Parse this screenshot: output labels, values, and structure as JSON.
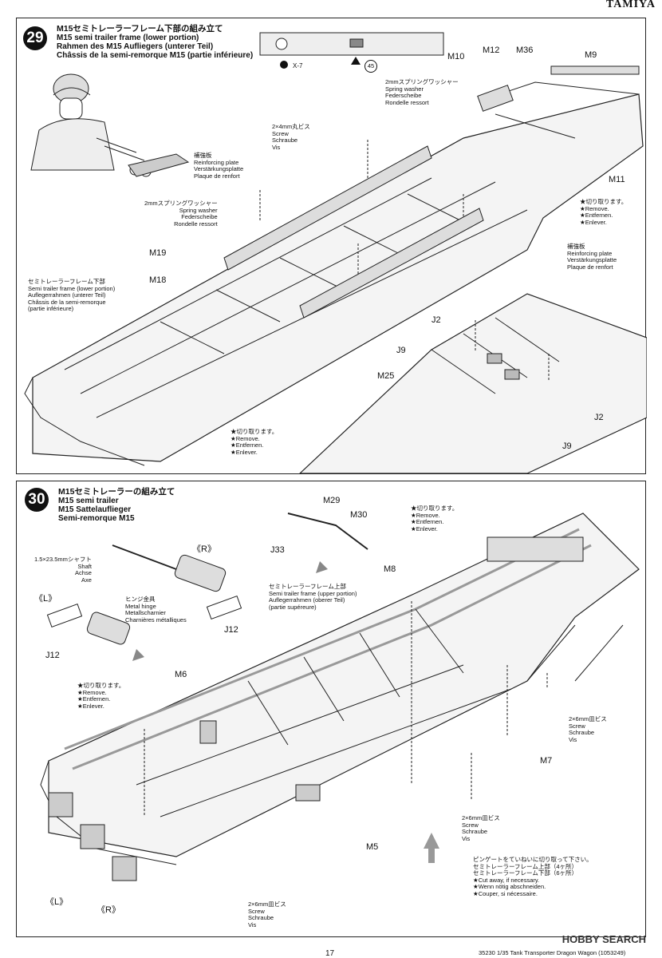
{
  "header": {
    "brand": "TAMIYA"
  },
  "step29": {
    "number": "29",
    "title_jp": "M15セミトレーラーフレーム下部の組み立て",
    "title_en": "M15 semi trailer frame (lower portion)",
    "title_de": "Rahmen des M15 Aufliegers (unterer Teil)",
    "title_fr": "Châssis de la semi-remorque M15 (partie inférieure)",
    "legend_x": "X-7",
    "legend_num": "45",
    "labels": {
      "spring_top": [
        "2mmスプリングワッシャー",
        "Spring washer",
        "Federscheibe",
        "Rondelle ressort"
      ],
      "screw": [
        "2×4mm丸ビス",
        "Screw",
        "Schraube",
        "Vis"
      ],
      "reinf_left": [
        "補強板",
        "Reinforcing plate",
        "Verstärkungsplatte",
        "Plaque de renfort"
      ],
      "spring_left": [
        "2mmスプリングワッシャー",
        "Spring washer",
        "Federscheibe",
        "Rondelle ressort"
      ],
      "frame_lower": [
        "セミトレーラーフレーム下部",
        "Semi trailer frame (lower portion)",
        "Auflegerrahmen (unterer Teil)",
        "Châssis de la semi-remorque",
        "(partie inférieure)"
      ],
      "remove_right": [
        "★切り取ります。",
        "★Remove.",
        "★Entfernen.",
        "★Enlever."
      ],
      "reinf_right": [
        "補強板",
        "Reinforcing plate",
        "Verstärkungsplatte",
        "Plaque de renfort"
      ],
      "remove_bottom": [
        "★切り取ります。",
        "★Remove.",
        "★Entfernen.",
        "★Enlever."
      ]
    },
    "parts": [
      "M10",
      "M12",
      "M36",
      "M9",
      "M11",
      "M19",
      "M18",
      "J2",
      "J9",
      "M25",
      "J2",
      "J9"
    ]
  },
  "step30": {
    "number": "30",
    "title_jp": "M15セミトレーラーの組み立て",
    "title_en": "M15 semi trailer",
    "title_de": "M15 Sattelauflieger",
    "title_fr": "Semi-remorque M15",
    "labels": {
      "shaft": [
        "1.5×23.5mmシャフト",
        "Shaft",
        "Achse",
        "Axe"
      ],
      "hinge": [
        "ヒンジ金具",
        "Metal hinge",
        "Metallscharnier",
        "Charnières métalliques"
      ],
      "frame_upper": [
        "セミトレーラーフレーム上部",
        "Semi trailer frame (upper portion)",
        "Auflegerrahmen (oberer Teil)",
        "(partie supéreure)"
      ],
      "remove_top": [
        "★切り取ります。",
        "★Remove.",
        "★Entfernen.",
        "★Enlever."
      ],
      "remove_left": [
        "★切り取ります。",
        "★Remove.",
        "★Entfernen.",
        "★Enlever."
      ],
      "screw_right": [
        "2×6mm皿ビス",
        "Screw",
        "Schraube",
        "Vis"
      ],
      "screw_mid": [
        "2×6mm皿ビス",
        "Screw",
        "Schraube",
        "Vis"
      ],
      "screw_bottom": [
        "2×6mm皿ビス",
        "Screw",
        "Schraube",
        "Vis"
      ],
      "cut_note": [
        "ピンゲートをていねいに切り取って下さい。",
        "セミトレーラーフレーム上部（4ヶ所）",
        "セミトレーラーフレーム下部（6ヶ所）",
        "★Cut away, if necessary.",
        "★Wenn nötig abschneiden.",
        "★Couper, si nécessaire."
      ]
    },
    "parts": {
      "m29": "M29",
      "m30": "M30",
      "j33": "J33",
      "r1": "《R》",
      "l1": "《L》",
      "j12a": "J12",
      "j12b": "J12",
      "m8": "M8",
      "m6": "M6",
      "m7": "M7",
      "m5": "M5",
      "l2": "《L》",
      "r2": "《R》"
    }
  },
  "footer": {
    "text": "35230 1/35 Tank Transporter Dragon Wagon (1053249)",
    "page": "17"
  },
  "watermark": "HOBBY SEARCH"
}
